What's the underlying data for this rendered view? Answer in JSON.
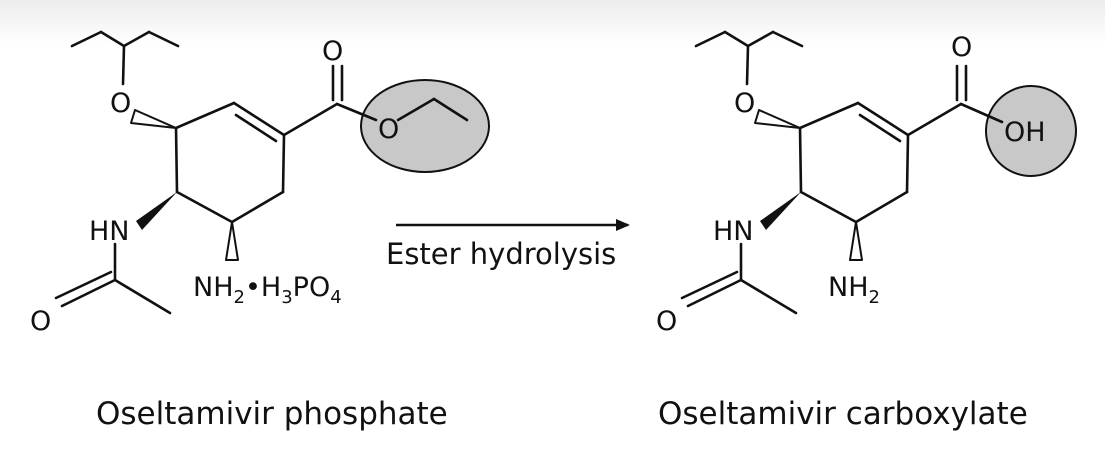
{
  "reactant": {
    "name": "Oseltamivir phosphate",
    "atoms": {
      "ether_o": "O",
      "carbonyl_o": "O",
      "ester_o": "O",
      "amide_nh": "HN",
      "amide_o": "O",
      "amine": "NH",
      "amine_sub": "2",
      "salt_dot": "•",
      "salt_h": "H",
      "salt_h_sub": "3",
      "salt_po": "PO",
      "salt_po_sub": "4"
    }
  },
  "reaction": {
    "label": "Ester hydrolysis"
  },
  "product": {
    "name": "Oseltamivir carboxylate",
    "atoms": {
      "ether_o": "O",
      "carbonyl_o": "O",
      "hydroxyl": "OH",
      "amide_nh": "HN",
      "amide_o": "O",
      "amine": "NH",
      "amine_sub": "2"
    }
  },
  "colors": {
    "ink": "#111111",
    "highlight": "#c8c8c8",
    "top_shade": "#ececec"
  }
}
